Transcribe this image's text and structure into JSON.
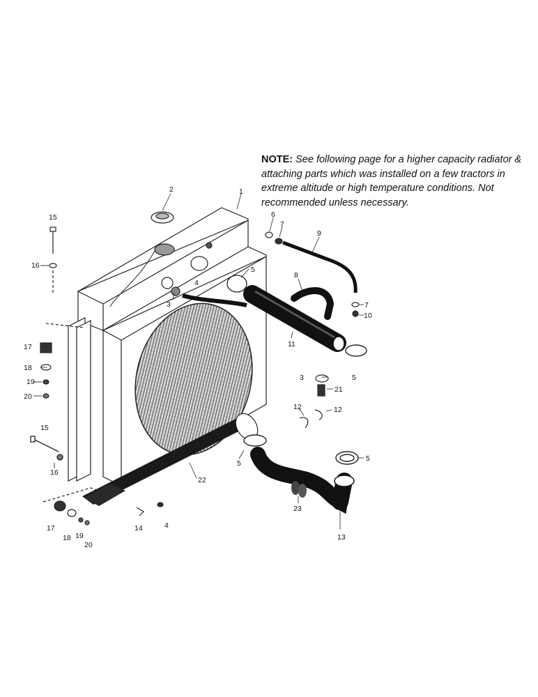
{
  "note": {
    "label": "NOTE:",
    "text": " See following page for a higher capacity radiator & attaching parts which was installed on a few tractors in extreme altitude or high temperature conditions. Not recommended unless necessary."
  },
  "callouts": {
    "c1": "1",
    "c2": "2",
    "c3a": "3",
    "c3b": "3",
    "c4a": "4",
    "c4b": "4",
    "c5a": "5",
    "c5b": "5",
    "c5c": "5",
    "c5d": "5",
    "c6": "6",
    "c7a": "7",
    "c7b": "7",
    "c8": "8",
    "c9": "9",
    "c10": "10",
    "c11": "11",
    "c12a": "12",
    "c12b": "12",
    "c13": "13",
    "c14": "14",
    "c15a": "15",
    "c15b": "15",
    "c16a": "16",
    "c16b": "16",
    "c17a": "17",
    "c17b": "17",
    "c18a": "18",
    "c18b": "18",
    "c19a": "19",
    "c19b": "19",
    "c20a": "20",
    "c20b": "20",
    "c21": "21",
    "c22": "22",
    "c23": "23"
  }
}
